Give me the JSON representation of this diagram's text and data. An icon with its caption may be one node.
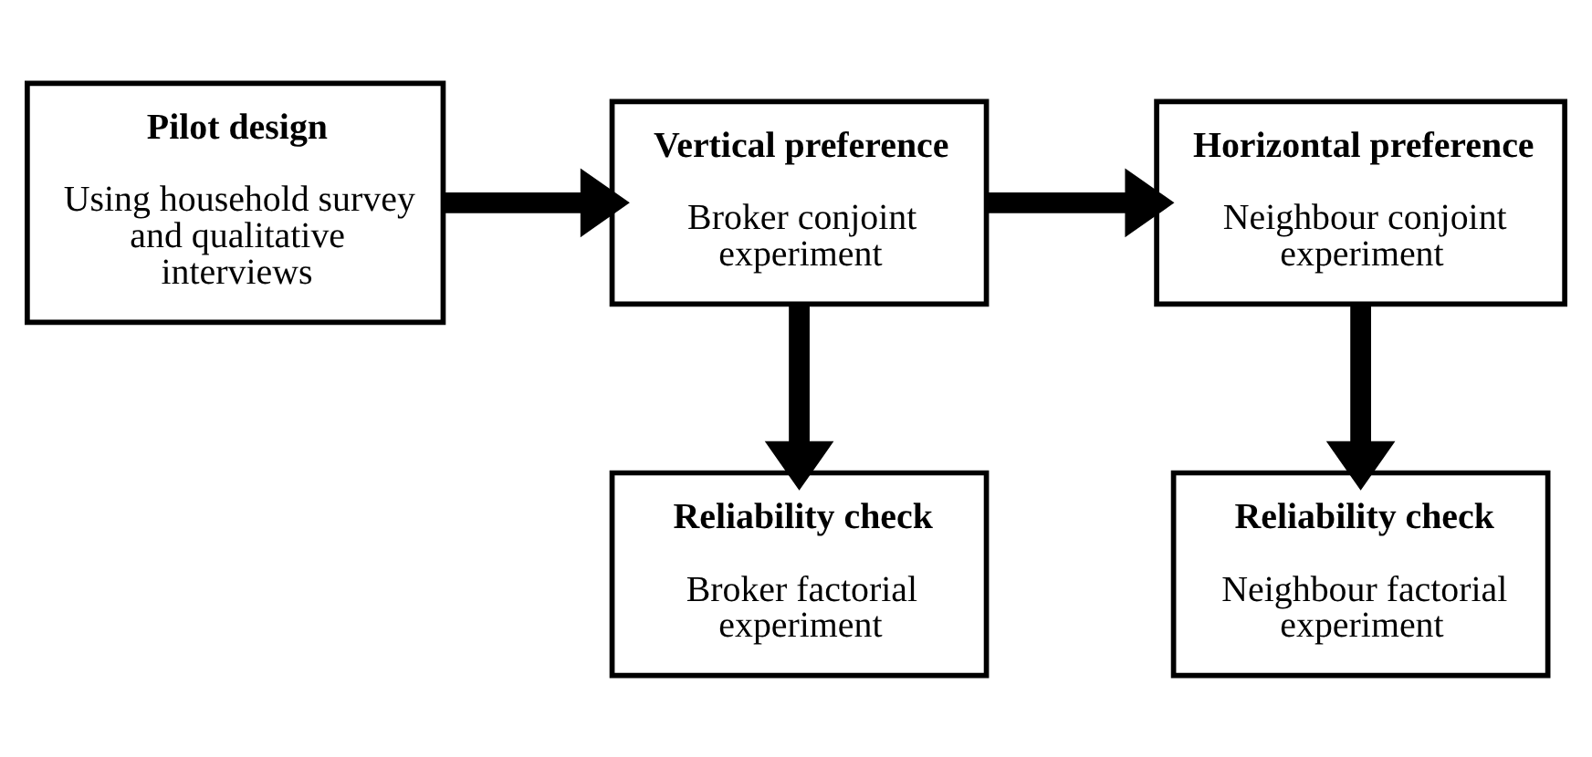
{
  "diagram": {
    "nodes": [
      {
        "text": [
          "Pilot design",
          "Using household survey and qualitative interviews"
        ]
      },
      {
        "text": [
          "Vertical preference",
          "Broker conjoint experiment"
        ]
      },
      {
        "text": [
          "Horizontal preference",
          "Neighbour conjoint experiment"
        ]
      },
      {
        "text": [
          "Reliability check",
          "Broker factorial experiment"
        ]
      },
      {
        "text": [
          "Reliability check",
          "Neighbour factorial experiment"
        ]
      }
    ],
    "edges": [
      {
        "from": 0,
        "to": 1,
        "arrow": "to"
      },
      {
        "from": 1,
        "to": 2,
        "arrow": "to"
      },
      {
        "from": 1,
        "to": 3,
        "arrow": "to"
      },
      {
        "from": 2,
        "to": 4,
        "arrow": "to"
      }
    ]
  }
}
